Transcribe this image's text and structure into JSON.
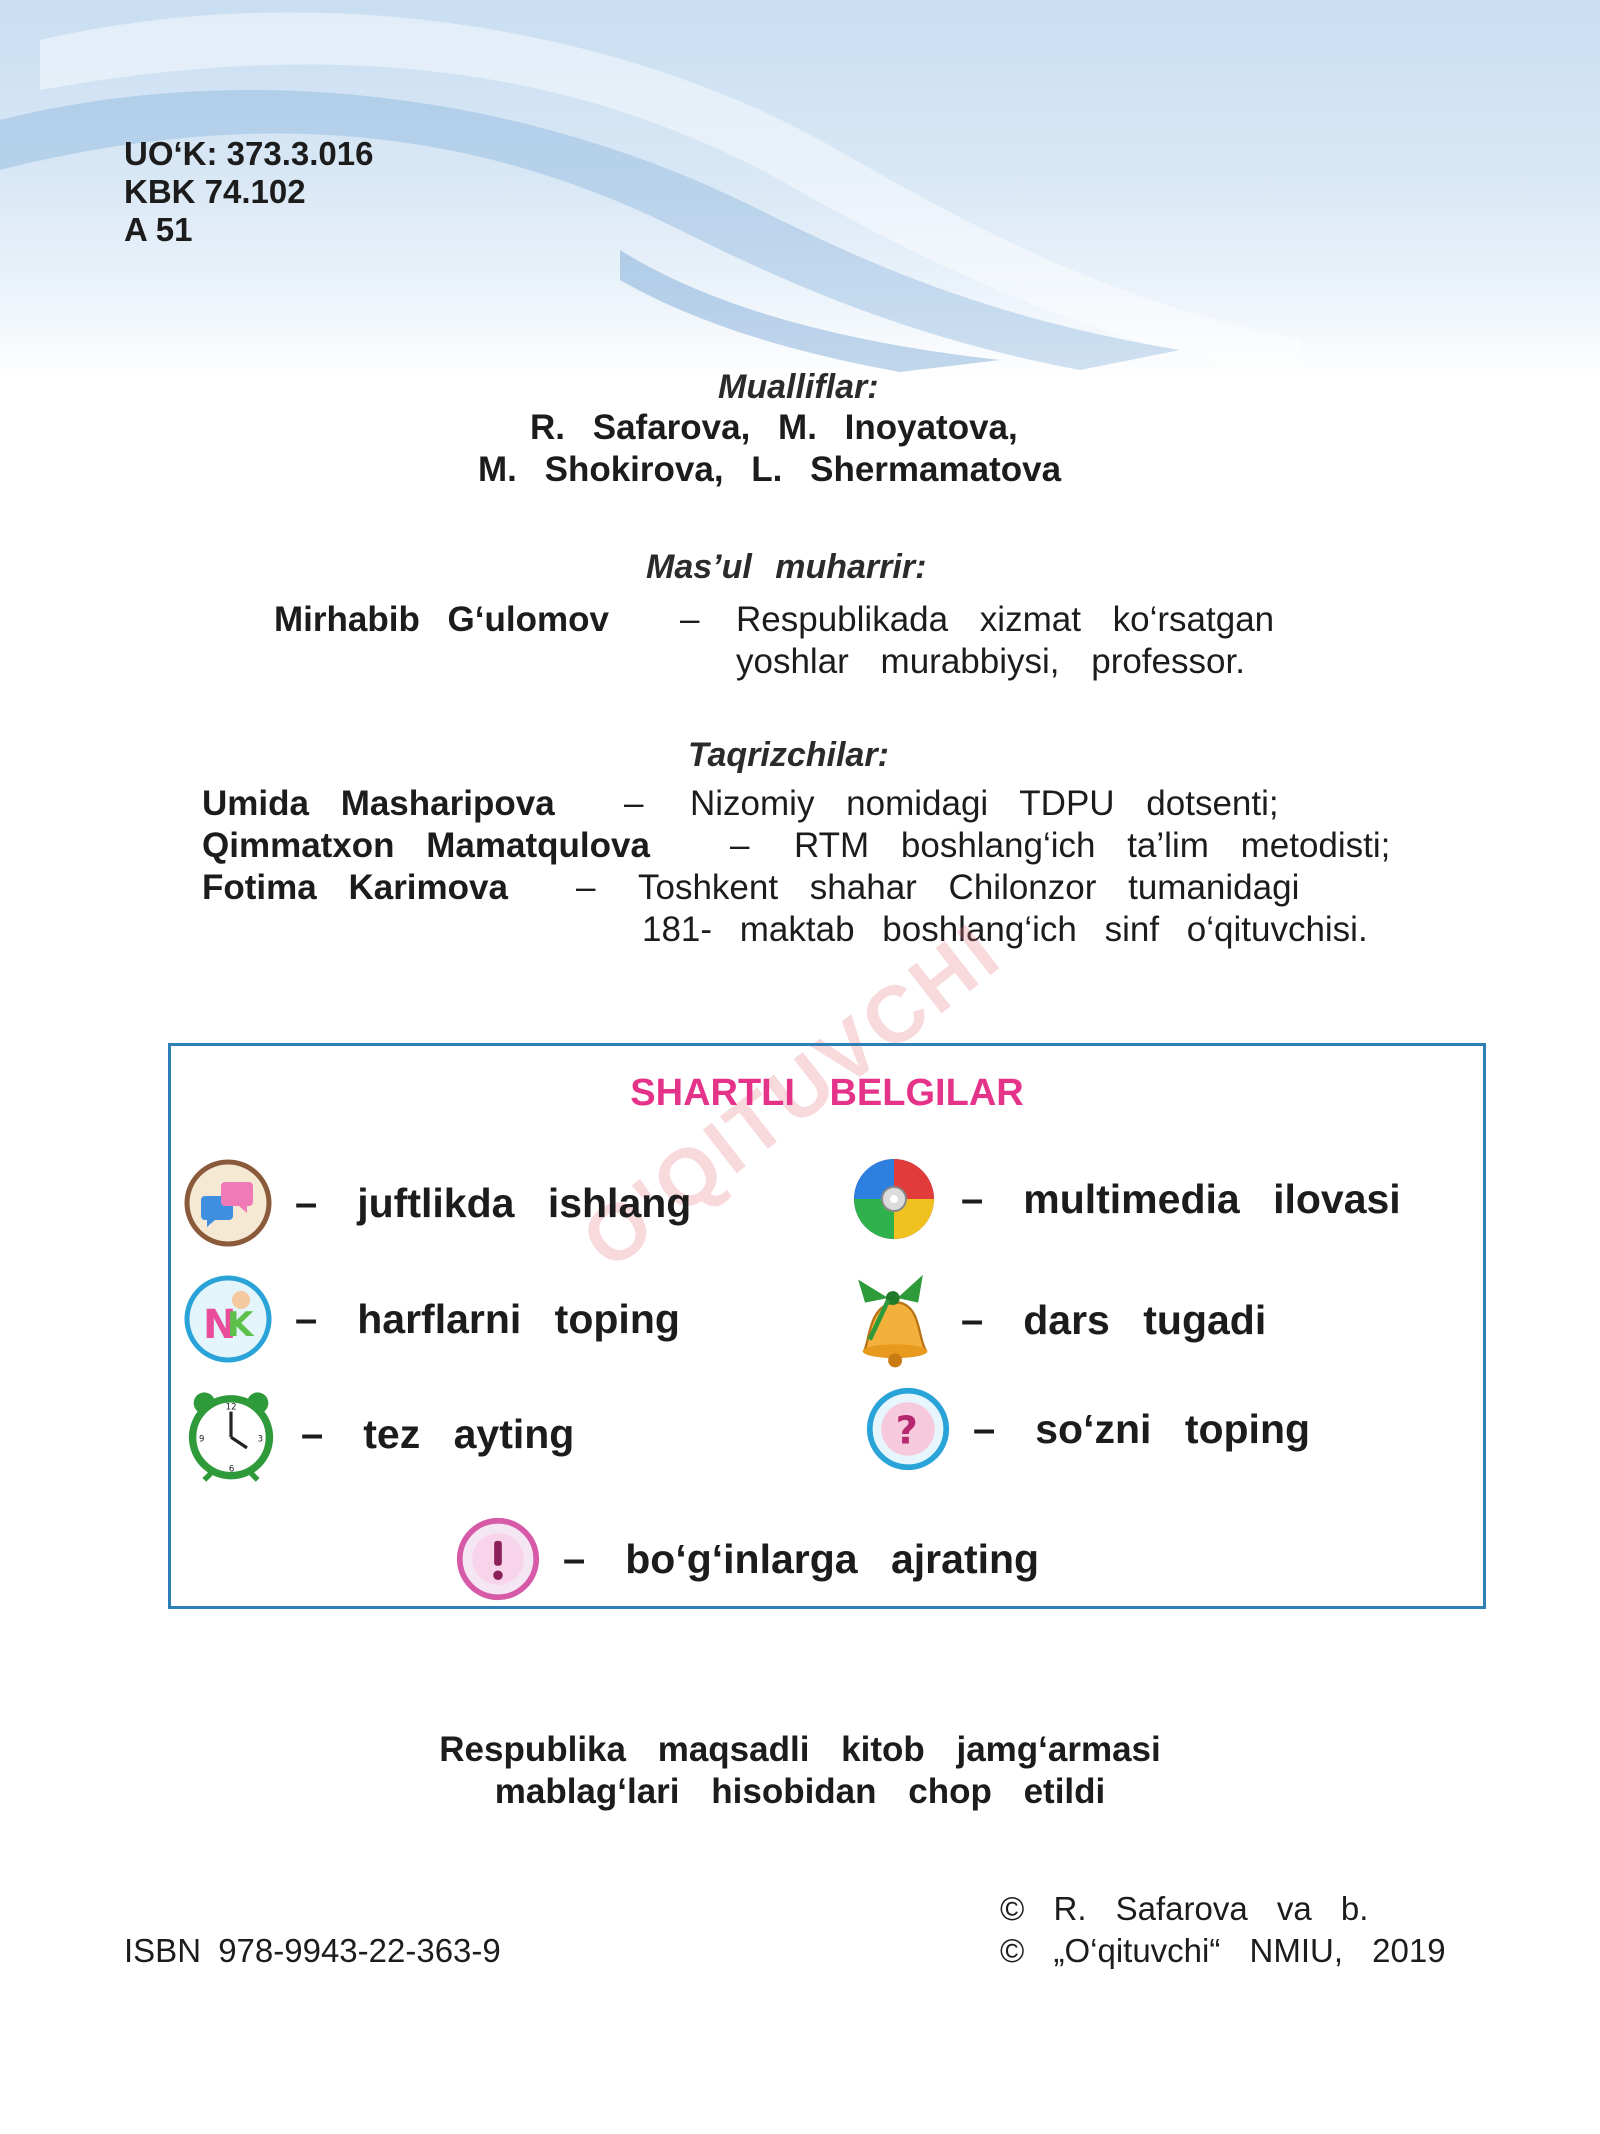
{
  "classification": {
    "uok": "UO‘K:  373.3.016",
    "kbk": "KBK  74.102",
    "code": "A  51"
  },
  "authors": {
    "title": "Mualliflar:",
    "line1": "R.  Safarova,  M.  Inoyatova,",
    "line2": "M.  Shokirova,  L.  Shermamatova"
  },
  "editor": {
    "title": "Mas’ul  muharrir:",
    "name": "Mirhabib  G‘ulomov",
    "dash": "–",
    "role_line1": "Respublikada  xizmat  ko‘rsatgan",
    "role_line2": "yoshlar  murabbiysi,  professor."
  },
  "reviewers": {
    "title": "Taqrizchilar:",
    "items": [
      {
        "name": "Umida  Masharipova",
        "dash": "–",
        "role": "Nizomiy  nomidagi  TDPU  dotsenti;"
      },
      {
        "name": "Qimmatxon  Mamatqulova",
        "dash": "–",
        "role": "RTM  boshlang‘ich  ta’lim  metodisti;"
      },
      {
        "name": "Fotima  Karimova",
        "dash": "–",
        "role": "Toshkent  shahar  Chilonzor  tumanidagi"
      }
    ],
    "continuation": "181- maktab  boshlang‘ich  sinf  o‘qituvchisi."
  },
  "watermark": "O'QITUVCHI",
  "legend": {
    "title": "SHARTLI  BELGILAR",
    "dash": "–",
    "items": [
      {
        "icon": "chat-bubbles-icon",
        "label": "juftlikda  ishlang"
      },
      {
        "icon": "multimedia-disc-icon",
        "label": "multimedia  ilovasi"
      },
      {
        "icon": "letters-icon",
        "label": "harflarni  toping"
      },
      {
        "icon": "bell-icon",
        "label": "dars  tugadi"
      },
      {
        "icon": "alarm-clock-icon",
        "label": "tez  ayting"
      },
      {
        "icon": "question-mark-icon",
        "label": "so‘zni  toping"
      },
      {
        "icon": "exclamation-icon",
        "label": "bo‘g‘inlarga  ajrating"
      }
    ]
  },
  "funding": {
    "line1": "Respublika  maqsadli  kitob  jamg‘armasi",
    "line2": "mablag‘lari  hisobidan  chop  etildi"
  },
  "isbn": "ISBN  978-9943-22-363-9",
  "copyright": {
    "line1": "©  R.  Safarova  va  b.",
    "line2": "©  „O‘qituvchi“  NMIU,  2019"
  },
  "colors": {
    "legend_title": "#e6338a",
    "legend_border": "#2f7fb7",
    "header_blue": "#c9def2"
  }
}
